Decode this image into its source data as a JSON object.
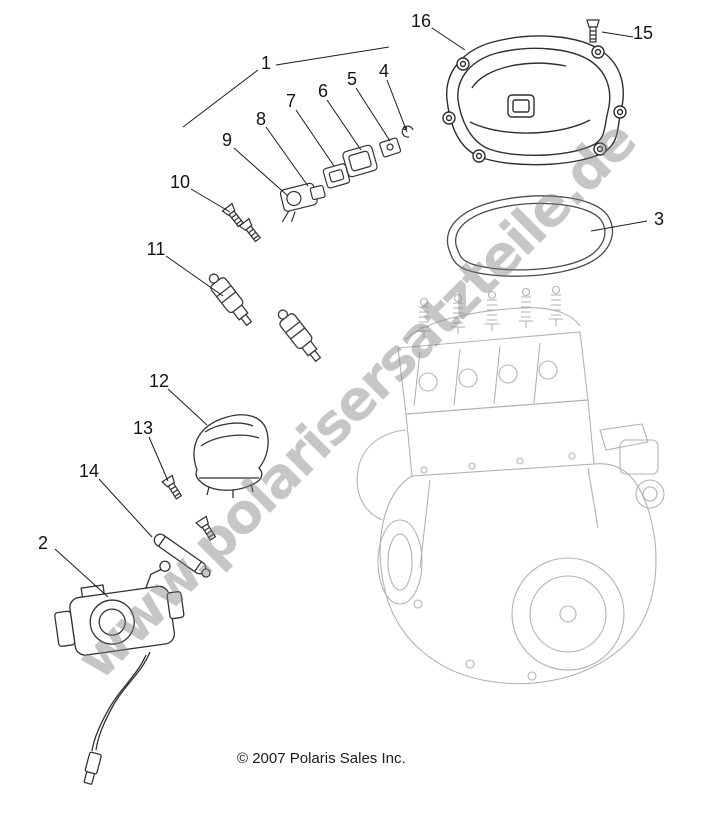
{
  "diagram": {
    "watermark_text": "www.polarisersatzteile.de",
    "copyright_text": "© 2007 Polaris Sales Inc."
  },
  "callouts": [
    {
      "label": "1"
    },
    {
      "label": "2"
    },
    {
      "label": "3"
    },
    {
      "label": "4"
    },
    {
      "label": "5"
    },
    {
      "label": "6"
    },
    {
      "label": "7"
    },
    {
      "label": "8"
    },
    {
      "label": "9"
    },
    {
      "label": "10"
    },
    {
      "label": "11"
    },
    {
      "label": "12"
    },
    {
      "label": "13"
    },
    {
      "label": "14"
    },
    {
      "label": "15"
    },
    {
      "label": "16"
    }
  ]
}
